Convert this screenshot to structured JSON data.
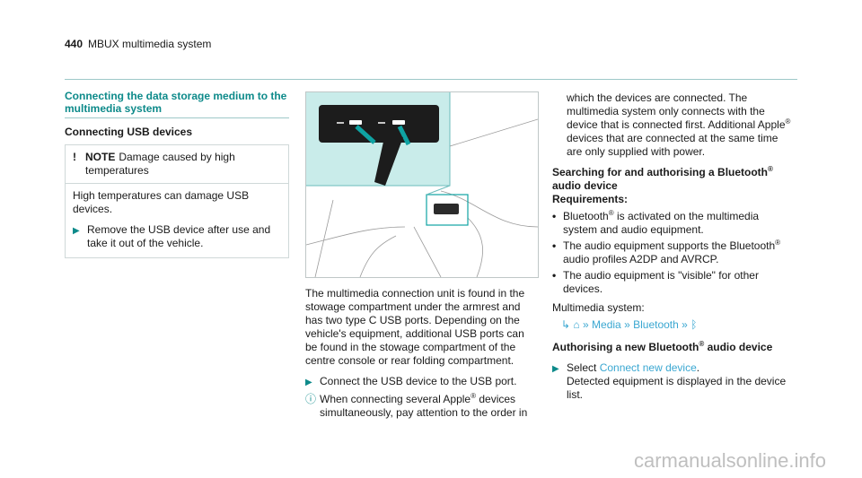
{
  "header": {
    "page_number": "440",
    "section": "MBUX multimedia system"
  },
  "left": {
    "title": "Connecting the data storage medium to the multimedia system",
    "subheading": "Connecting USB devices",
    "note": {
      "icon": "!",
      "label": "NOTE",
      "text": "Damage caused by high temperatures",
      "body": "High temperatures can damage USB devices.",
      "step": "Remove the USB device after use and take it out of the vehicle."
    }
  },
  "middle": {
    "paragraph": "The multimedia connection unit is found in the stowage compartment under the armrest and has two type C USB ports. Depending on the vehicle's equipment, additional USB ports can be found in the stowage compartment of the centre console or rear folding compartment.",
    "step": "Connect the USB device to the USB port.",
    "info_pre": "When connecting several Apple",
    "info_post": " devices simultaneously, pay attention to the order in"
  },
  "right": {
    "continuation_pre": "which the devices are connected. The multimedia system only connects with the device that is connected first. Additional Apple",
    "continuation_post": " devices that are connected at the same time are only supplied with power.",
    "search_title_pre": "Searching for and authorising a Bluetooth",
    "search_title_post": " audio device",
    "requirements_label": "Requirements:",
    "req1_pre": "Bluetooth",
    "req1_post": " is activated on the multimedia system and audio equipment.",
    "req2_pre": "The audio equipment supports the Bluetooth",
    "req2_post": " audio profiles A2DP and AVRCP.",
    "req3": "The audio equipment is \"visible\" for other devices.",
    "system_label": "Multimedia system:",
    "path_media": "Media",
    "path_bluetooth": "Bluetooth",
    "auth_title_pre": "Authorising a new Bluetooth",
    "auth_title_post": " audio device",
    "step_select": "Select ",
    "step_link": "Connect new device",
    "step_detected": "Detected equipment is displayed in the device list."
  },
  "symbols": {
    "registered": "®",
    "bullet": "•",
    "step_arrow": "▶",
    "info": "ⓘ",
    "path_arrow": "↳",
    "home": "⌂",
    "chevron": "»",
    "bt": "ᛒ"
  },
  "footer": {
    "watermark": "carmanualsonline.info"
  },
  "colors": {
    "accent": "#0d8a8a",
    "link": "#3aa7d1",
    "figure_bg": "#c9ecea"
  }
}
